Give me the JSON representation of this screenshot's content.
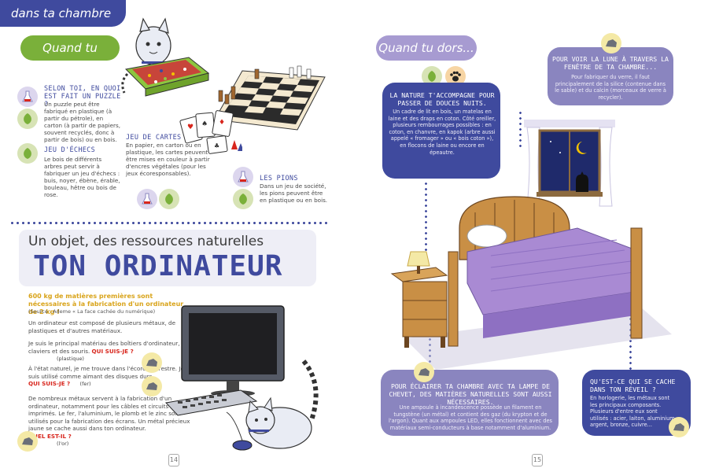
{
  "left_page": {
    "top_tab": "dans ta chambre",
    "section_play": "Quand tu joues...",
    "puzzle": {
      "title": "SELON TOI, EN QUOI EST FAIT UN PUZZLE ?",
      "text": "Un puzzle peut être fabriqué en plastique (à partir du pétrole), en carton (à partir de papiers, souvent recyclés, donc à partir de bois) ou en bois."
    },
    "chess": {
      "title": "JEU D'ÉCHECS",
      "text": "Le bois de différents arbres peut servir à fabriquer un jeu d'échecs : buis, noyer, ébène, érable, bouleau, hêtre ou bois de rose."
    },
    "cards": {
      "title": "JEU DE CARTES",
      "text": "En papier, en carton ou en plastique, les cartes peuvent être mises en couleur à partir d'encres végétales (pour les jeux écoresponsables)."
    },
    "pawns": {
      "title": "LES PIONS",
      "text": "Dans un jeu de société, les pions peuvent être en plastique ou en bois."
    },
    "section_title_small": "Un objet, des ressources naturelles",
    "section_title_big": "TON ORDINATEUR",
    "lead": "600 kg de matières premières sont nécessaires à la fabrication d'un ordinateur de 2 kg !",
    "source": "(Source : Ademe « La face cachée du numérique)",
    "intro": "Un ordinateur est composé de plusieurs métaux, de plastiques et d'autres matériaux.",
    "riddle1": "Je suis le principal matériau des boîtiers d'ordinateur, des claviers et des souris.",
    "riddle1_q": "QUI SUIS-JE ?",
    "riddle1_a": "(plastique)",
    "riddle2": "À l'état naturel, je me trouve dans l'écorce terrestre. Je suis utilisé comme aimant des disques durs.",
    "riddle2_q": "QUI SUIS-JE ?",
    "riddle2_a": "(fer)",
    "riddle3": "De nombreux métaux servent à la fabrication d'un ordinateur, notamment pour les câbles et circuits imprimés. Le fer, l'aluminium, le plomb et le zinc sont utilisés pour la fabrication des écrans. Un métal précieux jaune se cache aussi dans ton ordinateur.",
    "riddle3_q": "QUEL EST-IL ?",
    "riddle3_a": "(l'or)",
    "page_number": "14"
  },
  "right_page": {
    "section_sleep": "Quand tu dors...",
    "nature": {
      "title": "LA NATURE T'ACCOMPAGNE POUR PASSER DE DOUCES NUITS.",
      "text": "Un cadre de lit en bois, un matelas en laine et des draps en coton. Côté oreiller, plusieurs rembourrages possibles : en coton, en chanvre, en kapok (arbre aussi appelé « fromager » ou « bois coton »), en flocons de laine ou encore en épeautre."
    },
    "moon": {
      "title": "POUR VOIR LA LUNE À TRAVERS LA FENÊTRE DE TA CHAMBRE...",
      "text": "Pour fabriquer du verre, il faut principalement de la silice (contenue dans le sable) et du calcin (morceaux de verre à recycler)."
    },
    "lamp": {
      "title": "POUR ÉCLAIRER TA CHAMBRE AVEC TA LAMPE DE CHEVET, DES MATIÈRES NATURELLES SONT AUSSI NÉCESSAIRES.",
      "text": "Une ampoule à incandescence possède un filament en tungstène (un métal) et contient des gaz (du krypton et de l'argon). Quant aux ampoules LED, elles fonctionnent avec des matériaux semi-conducteurs à base notamment d'aluminium."
    },
    "alarm": {
      "title": "QU'EST-CE QUI SE CACHE DANS TON RÉVEIL ?",
      "text": "En horlogerie, les métaux sont les principaux composants. Plusieurs d'entre eux sont utilisés : acier, laiton, aluminium, argent, bronze, cuivre..."
    },
    "page_number": "15"
  },
  "colors": {
    "primary_blue": "#3f4a9e",
    "green": "#7ab03a",
    "lavender": "#a79bd1",
    "bubble_lavender": "#8a85bf",
    "gold": "#d9a41b",
    "red": "#d8261d"
  },
  "icons": [
    "leaf-icon",
    "flask-icon",
    "paw-icon",
    "rock-icon"
  ]
}
